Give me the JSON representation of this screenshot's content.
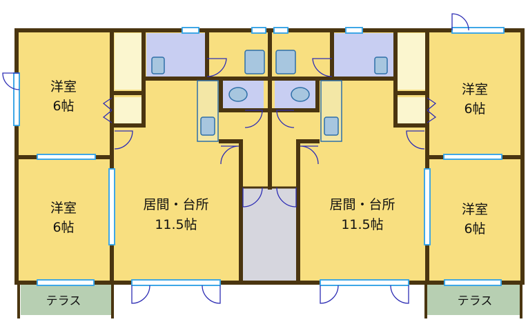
{
  "rooms": {
    "left_top_bedroom": {
      "name": "洋室",
      "size": "6帖"
    },
    "left_bottom_bedroom": {
      "name": "洋室",
      "size": "6帖"
    },
    "left_living": {
      "name": "居間・台所",
      "size": "11.5帖"
    },
    "right_living": {
      "name": "居間・台所",
      "size": "11.5帖"
    },
    "right_top_bedroom": {
      "name": "洋室",
      "size": "6帖"
    },
    "right_bottom_bedroom": {
      "name": "洋室",
      "size": "6帖"
    }
  },
  "terraces": {
    "left": "テラス",
    "right": "テラス"
  },
  "colors": {
    "wall": "#4a3510",
    "room_fill": "#f8df80",
    "wet_fill": "#c8cef2",
    "corridor_fill": "#d6d6de",
    "terrace_fill": "#b7cfb2",
    "closet_fill": "#fbf6cf",
    "window": "#3ea7e6",
    "door_line": "#2d2db4"
  }
}
